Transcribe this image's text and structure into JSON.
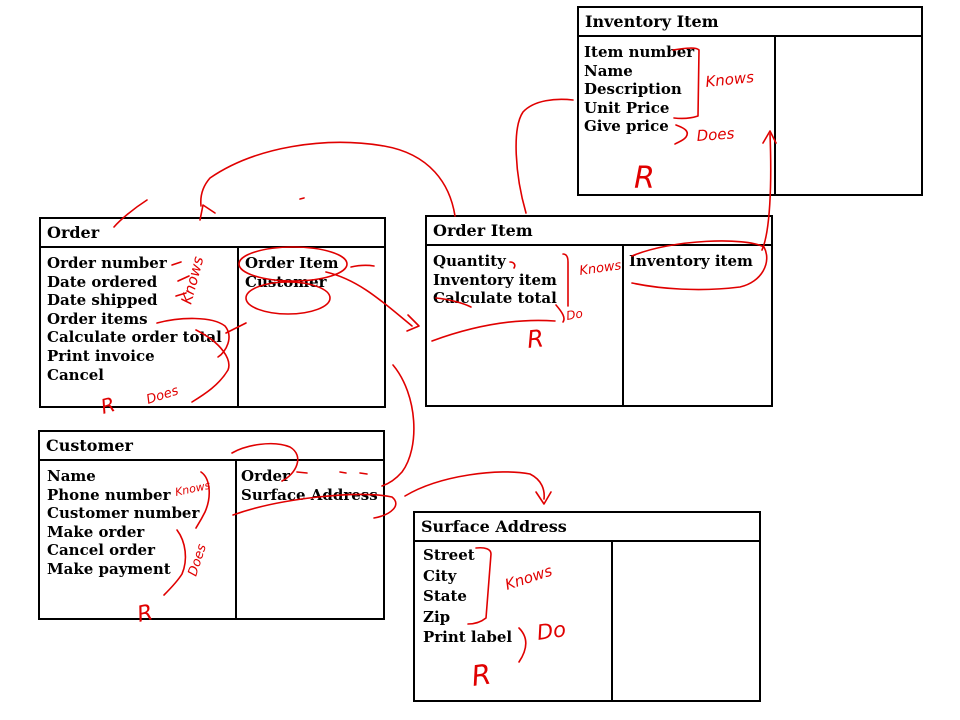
{
  "cards": {
    "inventory_item": {
      "title": "Inventory Item",
      "responsibilities": [
        "Item number",
        "Name",
        "Description",
        "Unit Price",
        "Give price"
      ],
      "collaborators": []
    },
    "order": {
      "title": "Order",
      "responsibilities": [
        "Order number",
        "Date ordered",
        "Date shipped",
        "Order items",
        "Calculate order total",
        "Print invoice",
        "Cancel"
      ],
      "collaborators": [
        "Order Item",
        "Customer"
      ]
    },
    "order_item": {
      "title": "Order Item",
      "responsibilities": [
        "Quantity",
        "Inventory item",
        "Calculate total"
      ],
      "collaborators": [
        "Inventory item"
      ]
    },
    "customer": {
      "title": "Customer",
      "responsibilities": [
        "Name",
        "Phone number",
        "Customer number",
        "Make order",
        "Cancel order",
        "Make payment"
      ],
      "collaborators": [
        "Order",
        "Surface Address"
      ]
    },
    "surface_address": {
      "title": "Surface Address",
      "responsibilities": [
        "Street",
        "City",
        "State",
        "Zip",
        "Print label"
      ],
      "collaborators": []
    }
  },
  "annotations": {
    "knows": "Knows",
    "does": "Does",
    "do": "Do",
    "r": "R"
  },
  "colors": {
    "ink": "#e00000",
    "border": "#000000",
    "background": "#ffffff"
  }
}
